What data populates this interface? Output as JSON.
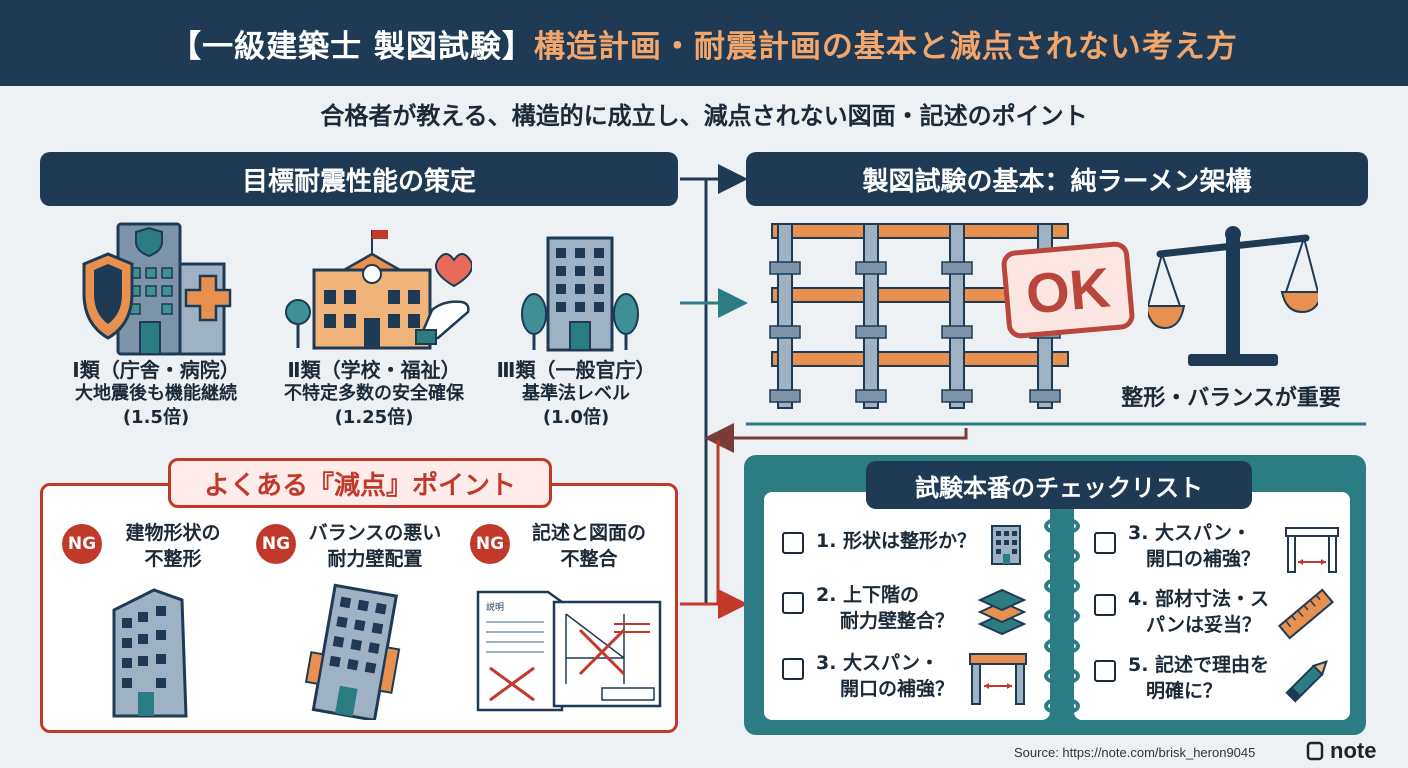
{
  "header": {
    "title_prefix": "【一級建築士 製図試験】",
    "title_main": "構造計画・耐震計画の基本と減点されない考え方"
  },
  "subtitle": "合格者が教える、構造的に成立し、減点されない図面・記述のポイント",
  "seismic": {
    "heading": "目標耐震性能の策定",
    "categories": [
      {
        "name": "Ⅰ類（庁舎・病院）",
        "desc": "大地震後も機能継続",
        "factor": "(1.5倍)"
      },
      {
        "name": "Ⅱ類（学校・福祉）",
        "desc": "不特定多数の安全確保",
        "factor": "(1.25倍)"
      },
      {
        "name": "Ⅲ類（一般官庁）",
        "desc": "基準法レベル",
        "factor": "(1.0倍)"
      }
    ]
  },
  "frame": {
    "heading": "製図試験の基本：純ラーメン架構",
    "stamp": "OK",
    "balance_label": "整形・バランスが重要"
  },
  "ng": {
    "heading": "よくある『減点』ポイント",
    "badge": "NG",
    "items": [
      {
        "line1": "建物形状の",
        "line2": "不整形"
      },
      {
        "line1": "バランスの悪い",
        "line2": "耐力壁配置"
      },
      {
        "line1": "記述と図面の",
        "line2": "不整合"
      }
    ],
    "doc_label": "説明"
  },
  "checklist": {
    "heading": "試験本番のチェックリスト",
    "left": [
      {
        "line1": "1. 形状は整形か？",
        "line2": ""
      },
      {
        "line1": "2. 上下階の",
        "line2": "耐力壁整合？"
      },
      {
        "line1": "3. 大スパン・",
        "line2": "開口の補強？"
      }
    ],
    "right": [
      {
        "line1": "3. 大スパン・",
        "line2": "開口の補強？"
      },
      {
        "line1": "4. 部材寸法・ス",
        "line2": "パンは妥当？"
      },
      {
        "line1": "5. 記述で理由を",
        "line2": "明確に？"
      }
    ]
  },
  "footer": {
    "source": "Source: https://note.com/brisk_heron9045",
    "logo": "note"
  },
  "colors": {
    "navy": "#1e3a55",
    "accent_orange": "#f2a66b",
    "ng_red": "#c0392b",
    "teal": "#2c7c84"
  }
}
